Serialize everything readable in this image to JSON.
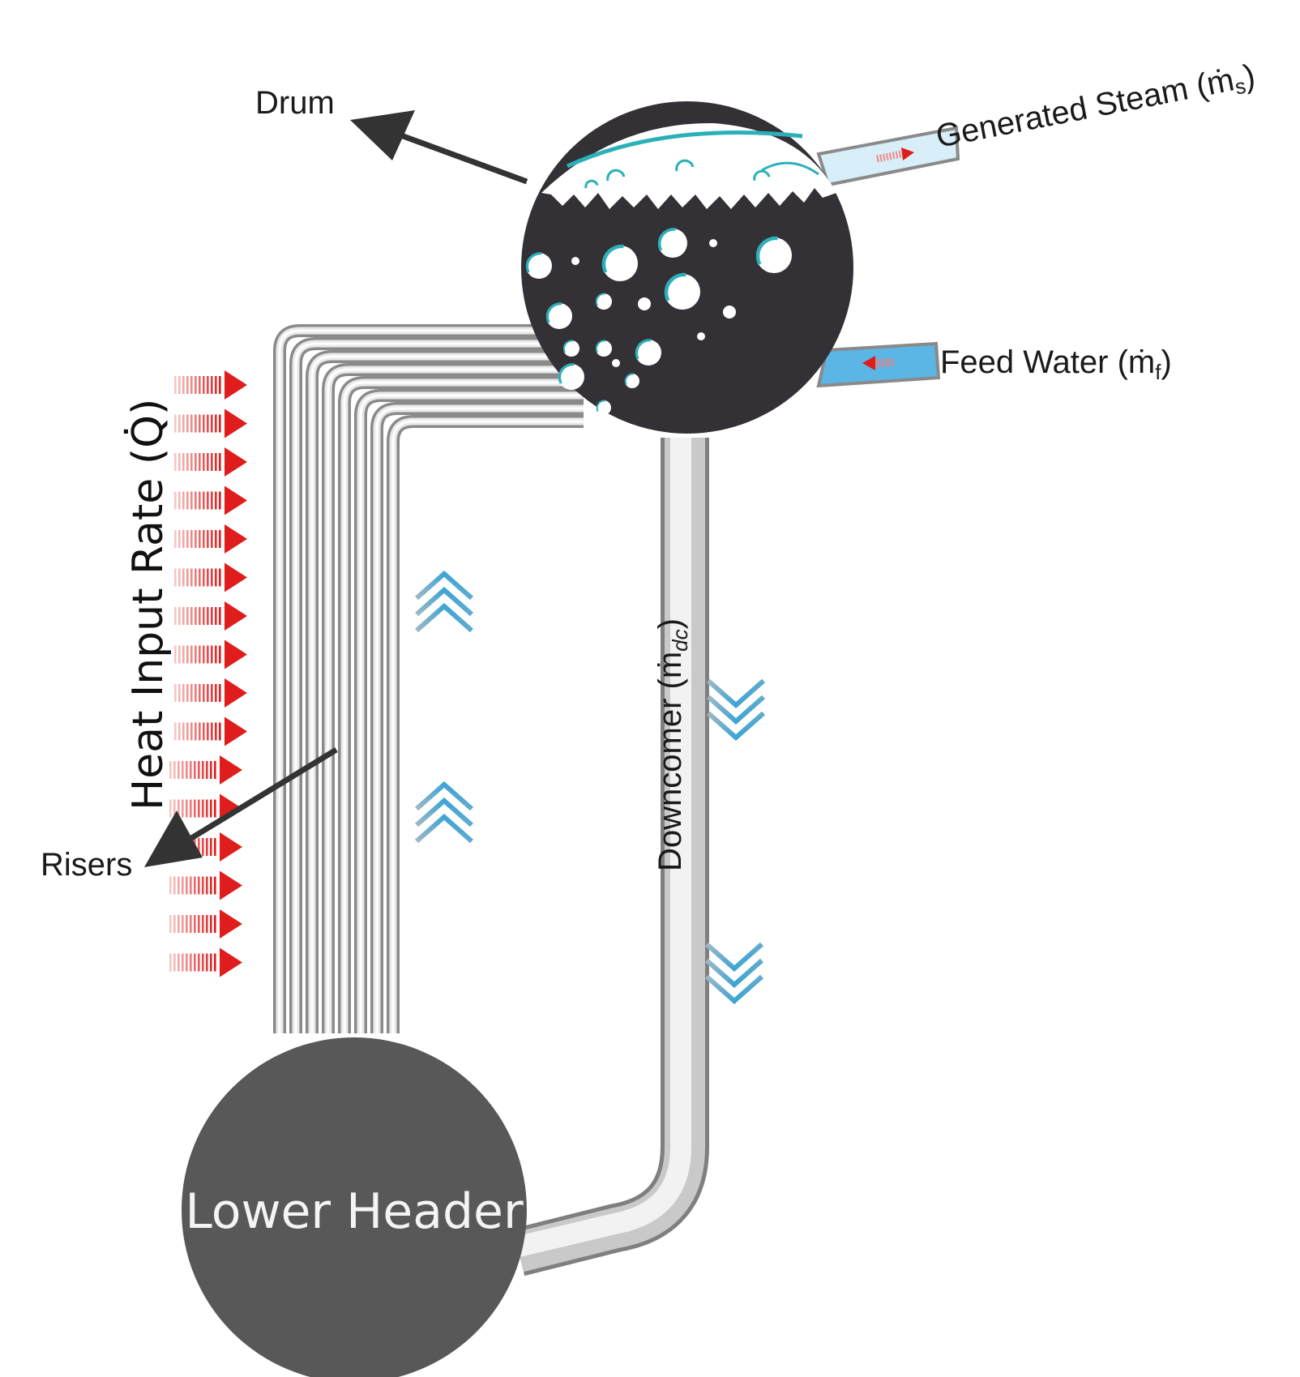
{
  "labels": {
    "drum": "Drum",
    "generated_steam": "Generated Steam (ṁ",
    "generated_steam_sub": "s",
    "feed_water": "Feed Water (ṁ",
    "feed_water_sub": "f",
    "heat_input": "Heat Input Rate (Q̇)",
    "downcomer": "Downcomer (ṁ",
    "downcomer_sub": "dc",
    "risers": "Risers",
    "lower_header": "Lower Header",
    "close_paren": ")"
  },
  "colors": {
    "drum_fill": "#333036",
    "header_fill": "#585858",
    "pipe_light": "#e4e4e4",
    "pipe_edge": "#8c8c8c",
    "heat_arrow": "#e01d1d",
    "flow_chevron": "#2aa1d6",
    "steam_pipe": "#d8eef8",
    "feed_pipe": "#5bb6e6",
    "bubble_accent": "#2bb0b8"
  },
  "icons": {
    "heat_arrows": "red-right-arrow",
    "riser_flow": "up-chevron",
    "downcomer_flow": "down-chevron"
  }
}
